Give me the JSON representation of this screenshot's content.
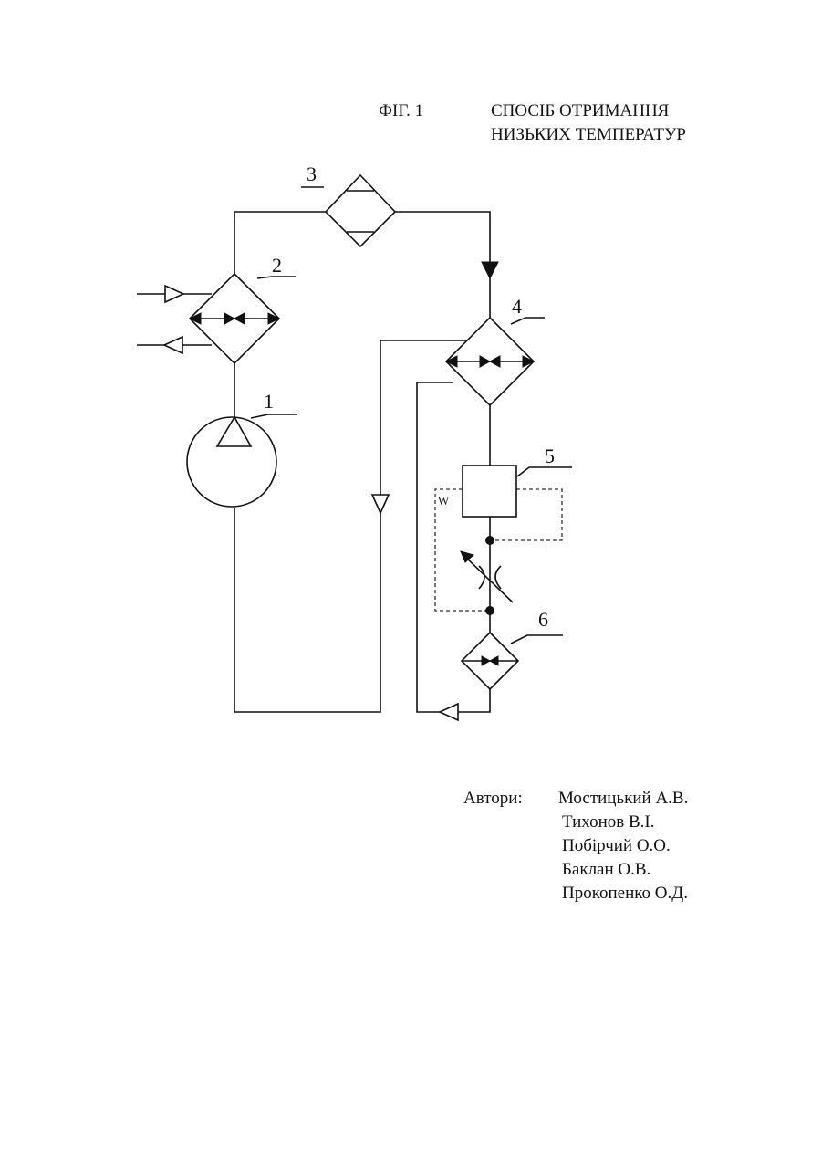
{
  "header": {
    "fig_label": "ФІГ. 1",
    "title_line1": "СПОСІБ ОТРИМАННЯ",
    "title_line2": "НИЗЬКИХ ТЕМПЕРАТУР"
  },
  "diagram": {
    "labels": [
      "1",
      "2",
      "3",
      "4",
      "5",
      "6"
    ]
  },
  "authors": {
    "label": "Автори:",
    "names": [
      "Мостицький А.В.",
      "Тихонов В.І.",
      "Побірчий О.О.",
      "Баклан О.В.",
      "Прокопенко О.Д."
    ]
  }
}
